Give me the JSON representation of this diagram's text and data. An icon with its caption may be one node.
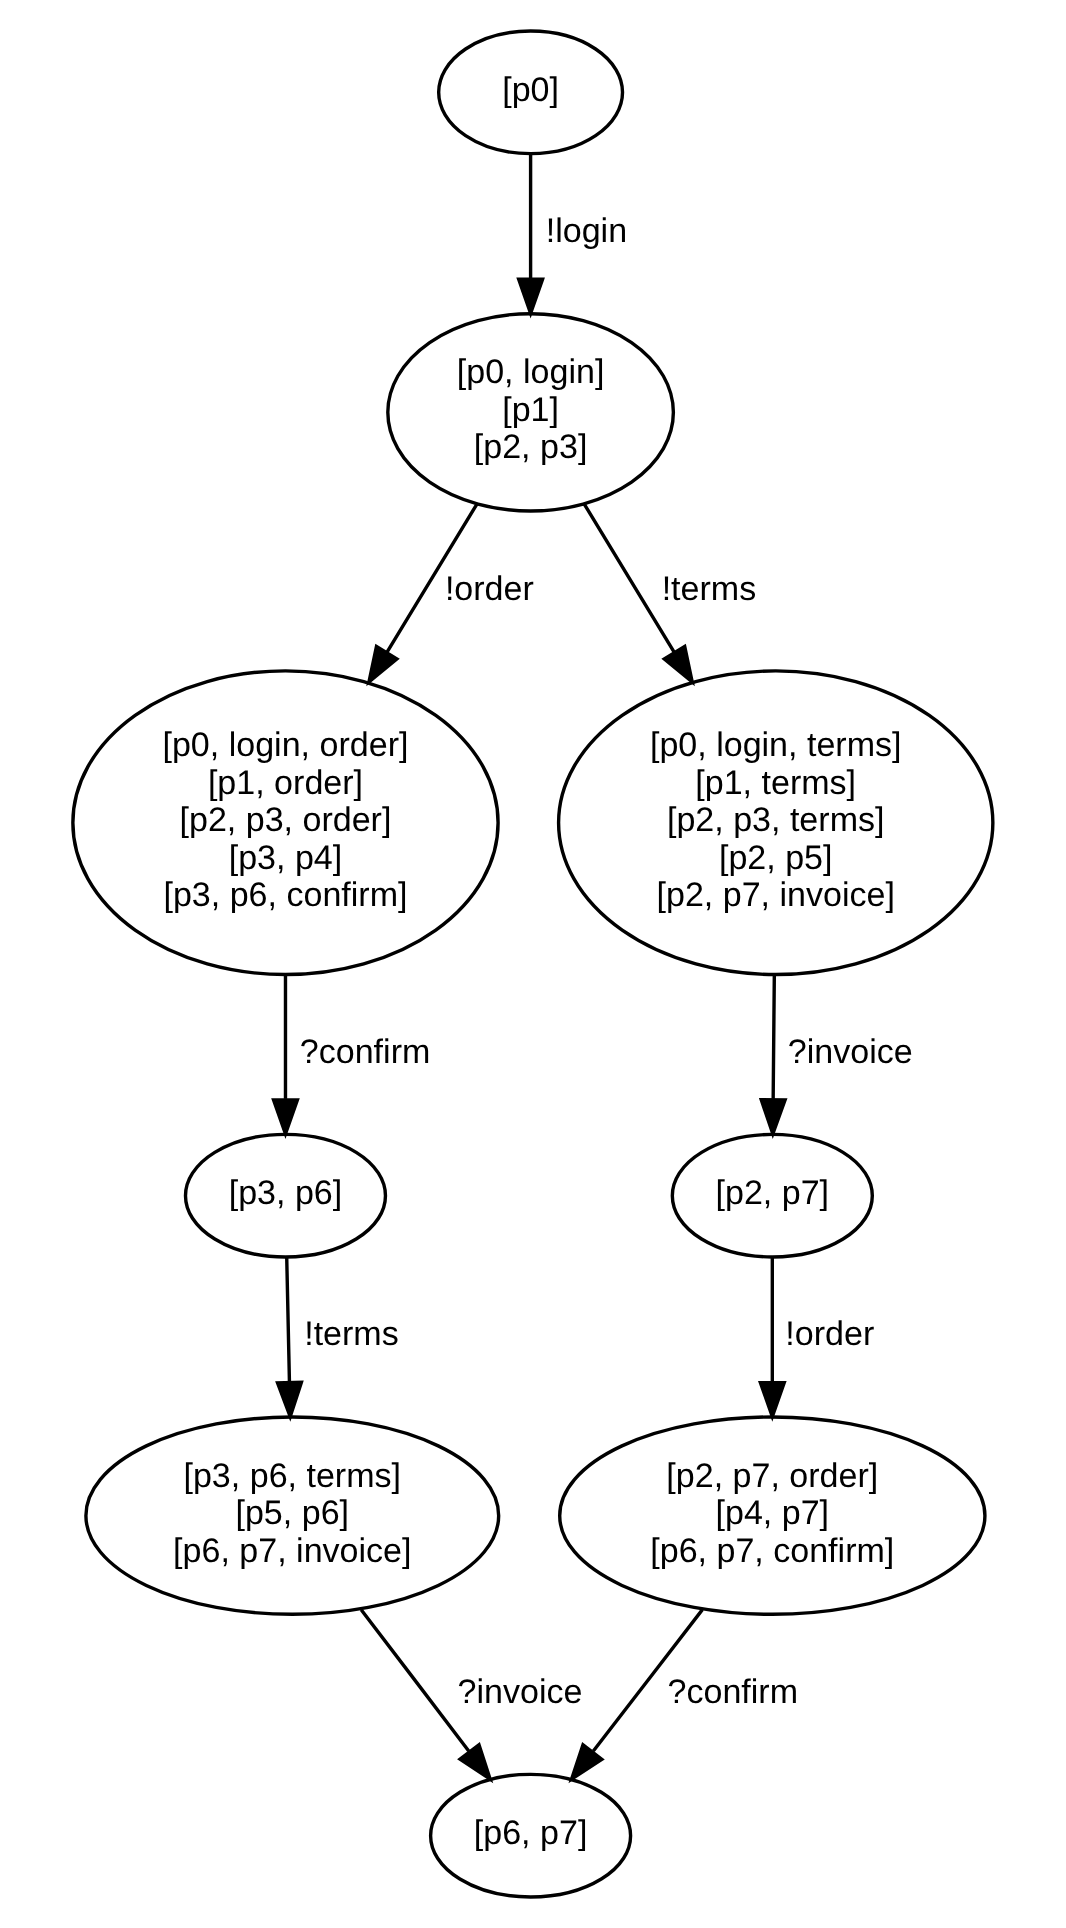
{
  "diagram": {
    "nodes": [
      {
        "text": [
          "[p0]"
        ]
      },
      {
        "text": [
          "[p0, login]",
          "[p1]",
          "[p2, p3]"
        ]
      },
      {
        "text": [
          "[p0, login, order]",
          "[p1, order]",
          "[p2, p3, order]",
          "[p3, p4]",
          "[p3, p6, confirm]"
        ]
      },
      {
        "text": [
          "[p0, login, terms]",
          "[p1, terms]",
          "[p2, p3, terms]",
          "[p2, p5]",
          "[p2, p7, invoice]"
        ]
      },
      {
        "text": [
          "[p3, p6]"
        ]
      },
      {
        "text": [
          "[p2, p7]"
        ]
      },
      {
        "text": [
          "[p3, p6, terms]",
          "[p5, p6]",
          "[p6, p7, invoice]"
        ]
      },
      {
        "text": [
          "[p2, p7, order]",
          "[p4, p7]",
          "[p6, p7, confirm]"
        ]
      },
      {
        "text": [
          "[p6, p7]"
        ]
      }
    ],
    "edges": [
      {
        "from": 0,
        "to": 1,
        "arrow": "to",
        "label": "!login"
      },
      {
        "from": 1,
        "to": 2,
        "arrow": "to",
        "label": "!order"
      },
      {
        "from": 1,
        "to": 3,
        "arrow": "to",
        "label": "!terms"
      },
      {
        "from": 2,
        "to": 4,
        "arrow": "to",
        "label": "?confirm"
      },
      {
        "from": 3,
        "to": 5,
        "arrow": "to",
        "label": "?invoice"
      },
      {
        "from": 4,
        "to": 6,
        "arrow": "to",
        "label": "!terms"
      },
      {
        "from": 5,
        "to": 7,
        "arrow": "to",
        "label": "!order"
      },
      {
        "from": 6,
        "to": 8,
        "arrow": "to",
        "label": "?invoice"
      },
      {
        "from": 7,
        "to": 8,
        "arrow": "to",
        "label": "?confirm"
      }
    ]
  }
}
